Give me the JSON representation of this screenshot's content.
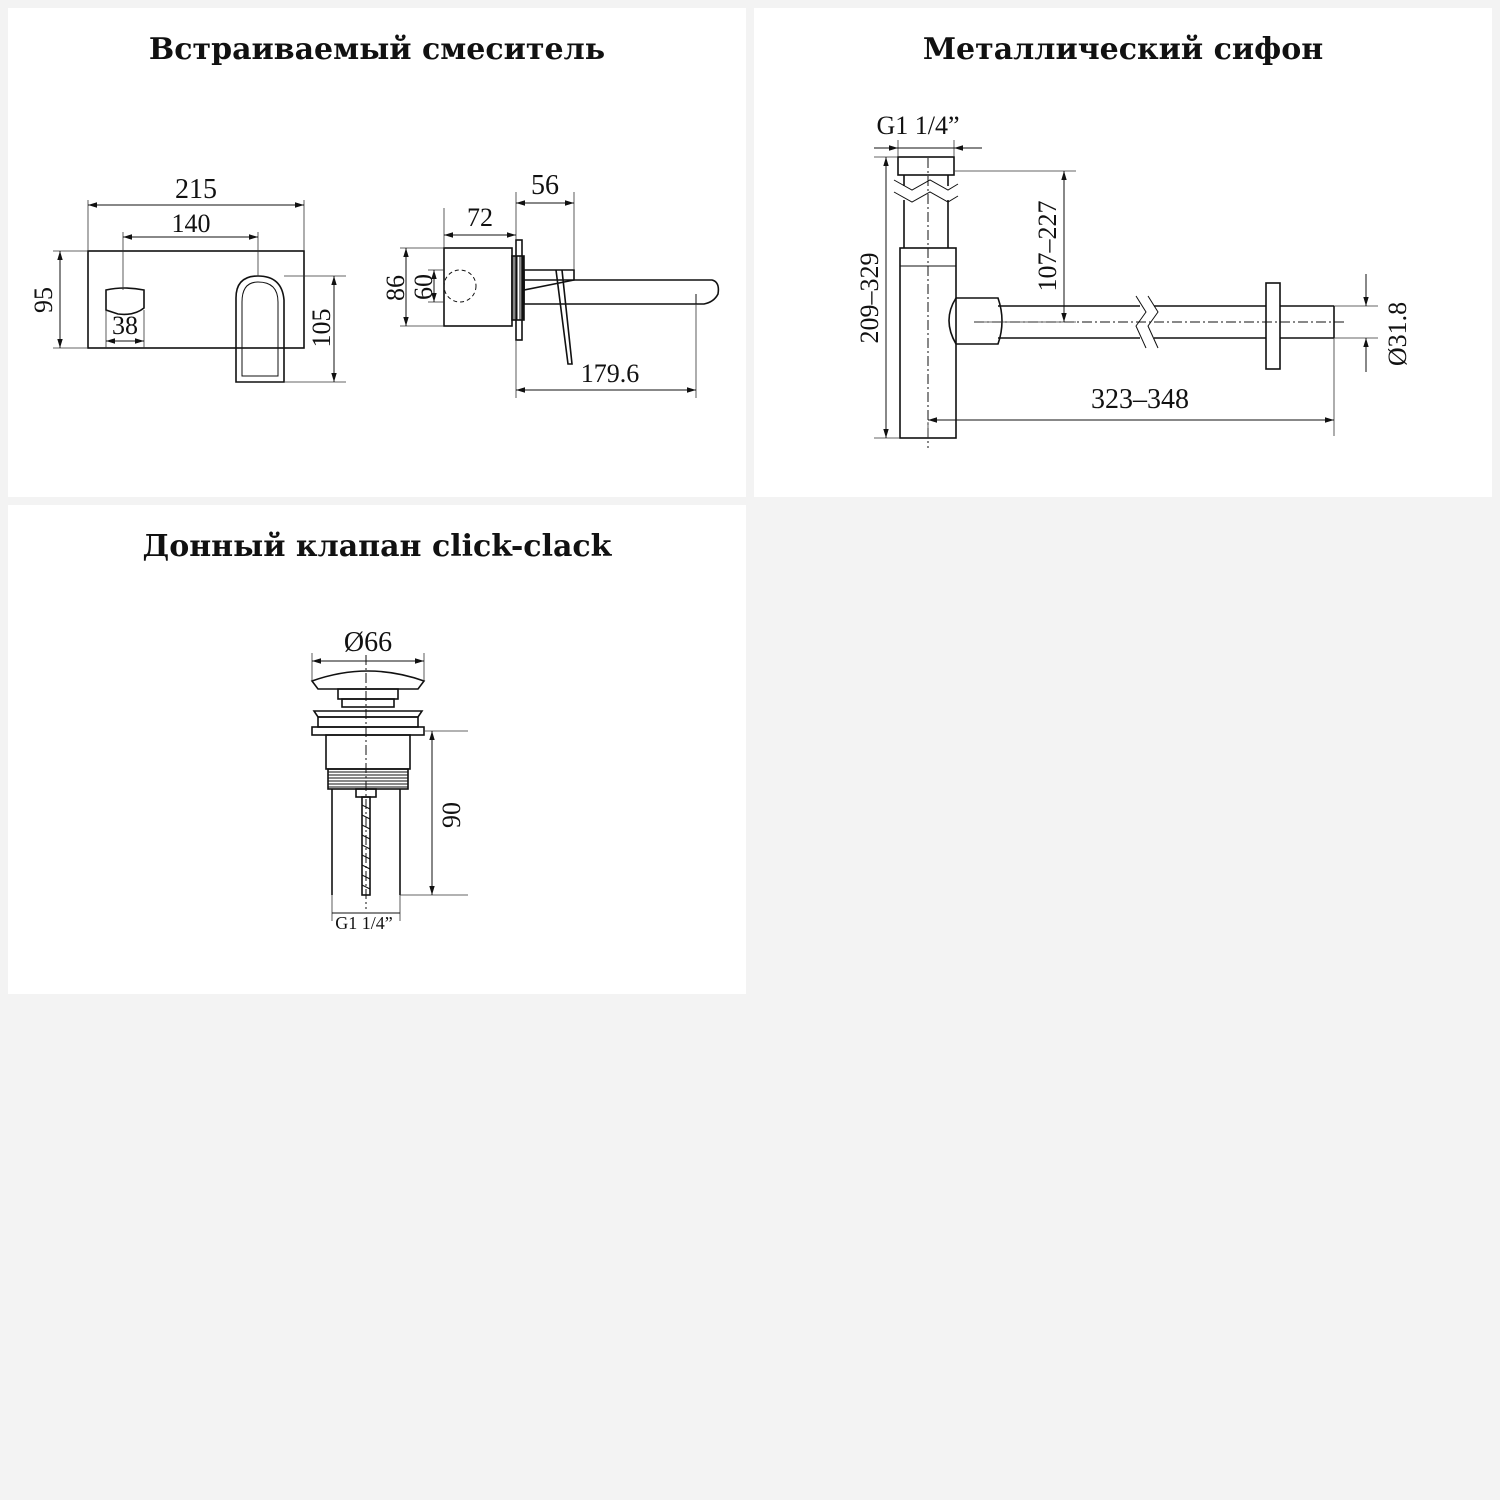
{
  "panels": {
    "mixer": {
      "title": "Встраиваемый смеситель",
      "dims": {
        "width_total": "215",
        "width_handle": "140",
        "height_left": "95",
        "handle_width": "38",
        "height_right": "105",
        "depth_body": "72",
        "depth_plate": "56",
        "height_body": "86",
        "height_inner": "60",
        "spout_length": "179.6"
      }
    },
    "siphon": {
      "title": "Металлический сифон",
      "dims": {
        "thread": "G1 1/4”",
        "height_total": "209–329",
        "height_adjust": "107–227",
        "length": "323–348",
        "pipe_diameter": "Ø31.8"
      }
    },
    "valve": {
      "title": "Донный клапан click-clack",
      "dims": {
        "cap_diameter": "Ø66",
        "height": "90",
        "thread": "G1 1/4”"
      }
    }
  },
  "colors": {
    "background": "#f3f3f3",
    "panel": "#ffffff",
    "ink": "#111111"
  }
}
